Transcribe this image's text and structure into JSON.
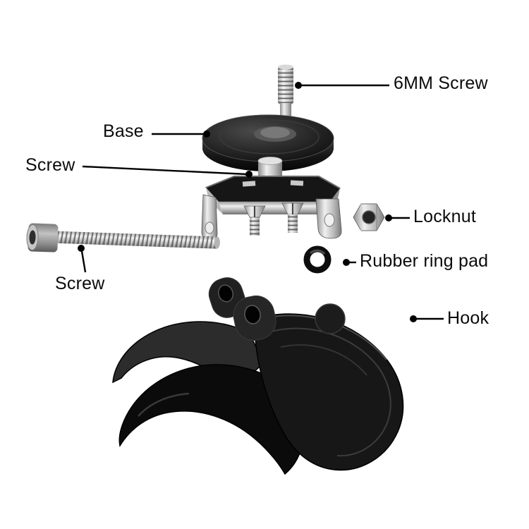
{
  "diagram": {
    "kind": "exploded-parts-diagram",
    "background_color": "#ffffff",
    "labels": {
      "screw_6mm": "6MM Screw",
      "base": "Base",
      "screw_top": "Screw",
      "locknut": "Locknut",
      "rubber_ring_pad": "Rubber ring pad",
      "screw_long": "Screw",
      "hook": "Hook"
    },
    "parts": [
      {
        "icon": "six-mm-screw-part"
      },
      {
        "icon": "base-disc-part"
      },
      {
        "icon": "small-screw-part"
      },
      {
        "icon": "clamp-bracket-part"
      },
      {
        "icon": "locknut-part"
      },
      {
        "icon": "long-hex-socket-screw-part"
      },
      {
        "icon": "rubber-o-ring-part"
      },
      {
        "icon": "black-hook-part"
      }
    ],
    "colors": {
      "label_text": "#0b0b0b",
      "leader_line": "#000000",
      "metal_light": "#f0f0f0",
      "metal_dark": "#7c7c7c",
      "part_black": "#141414"
    }
  }
}
